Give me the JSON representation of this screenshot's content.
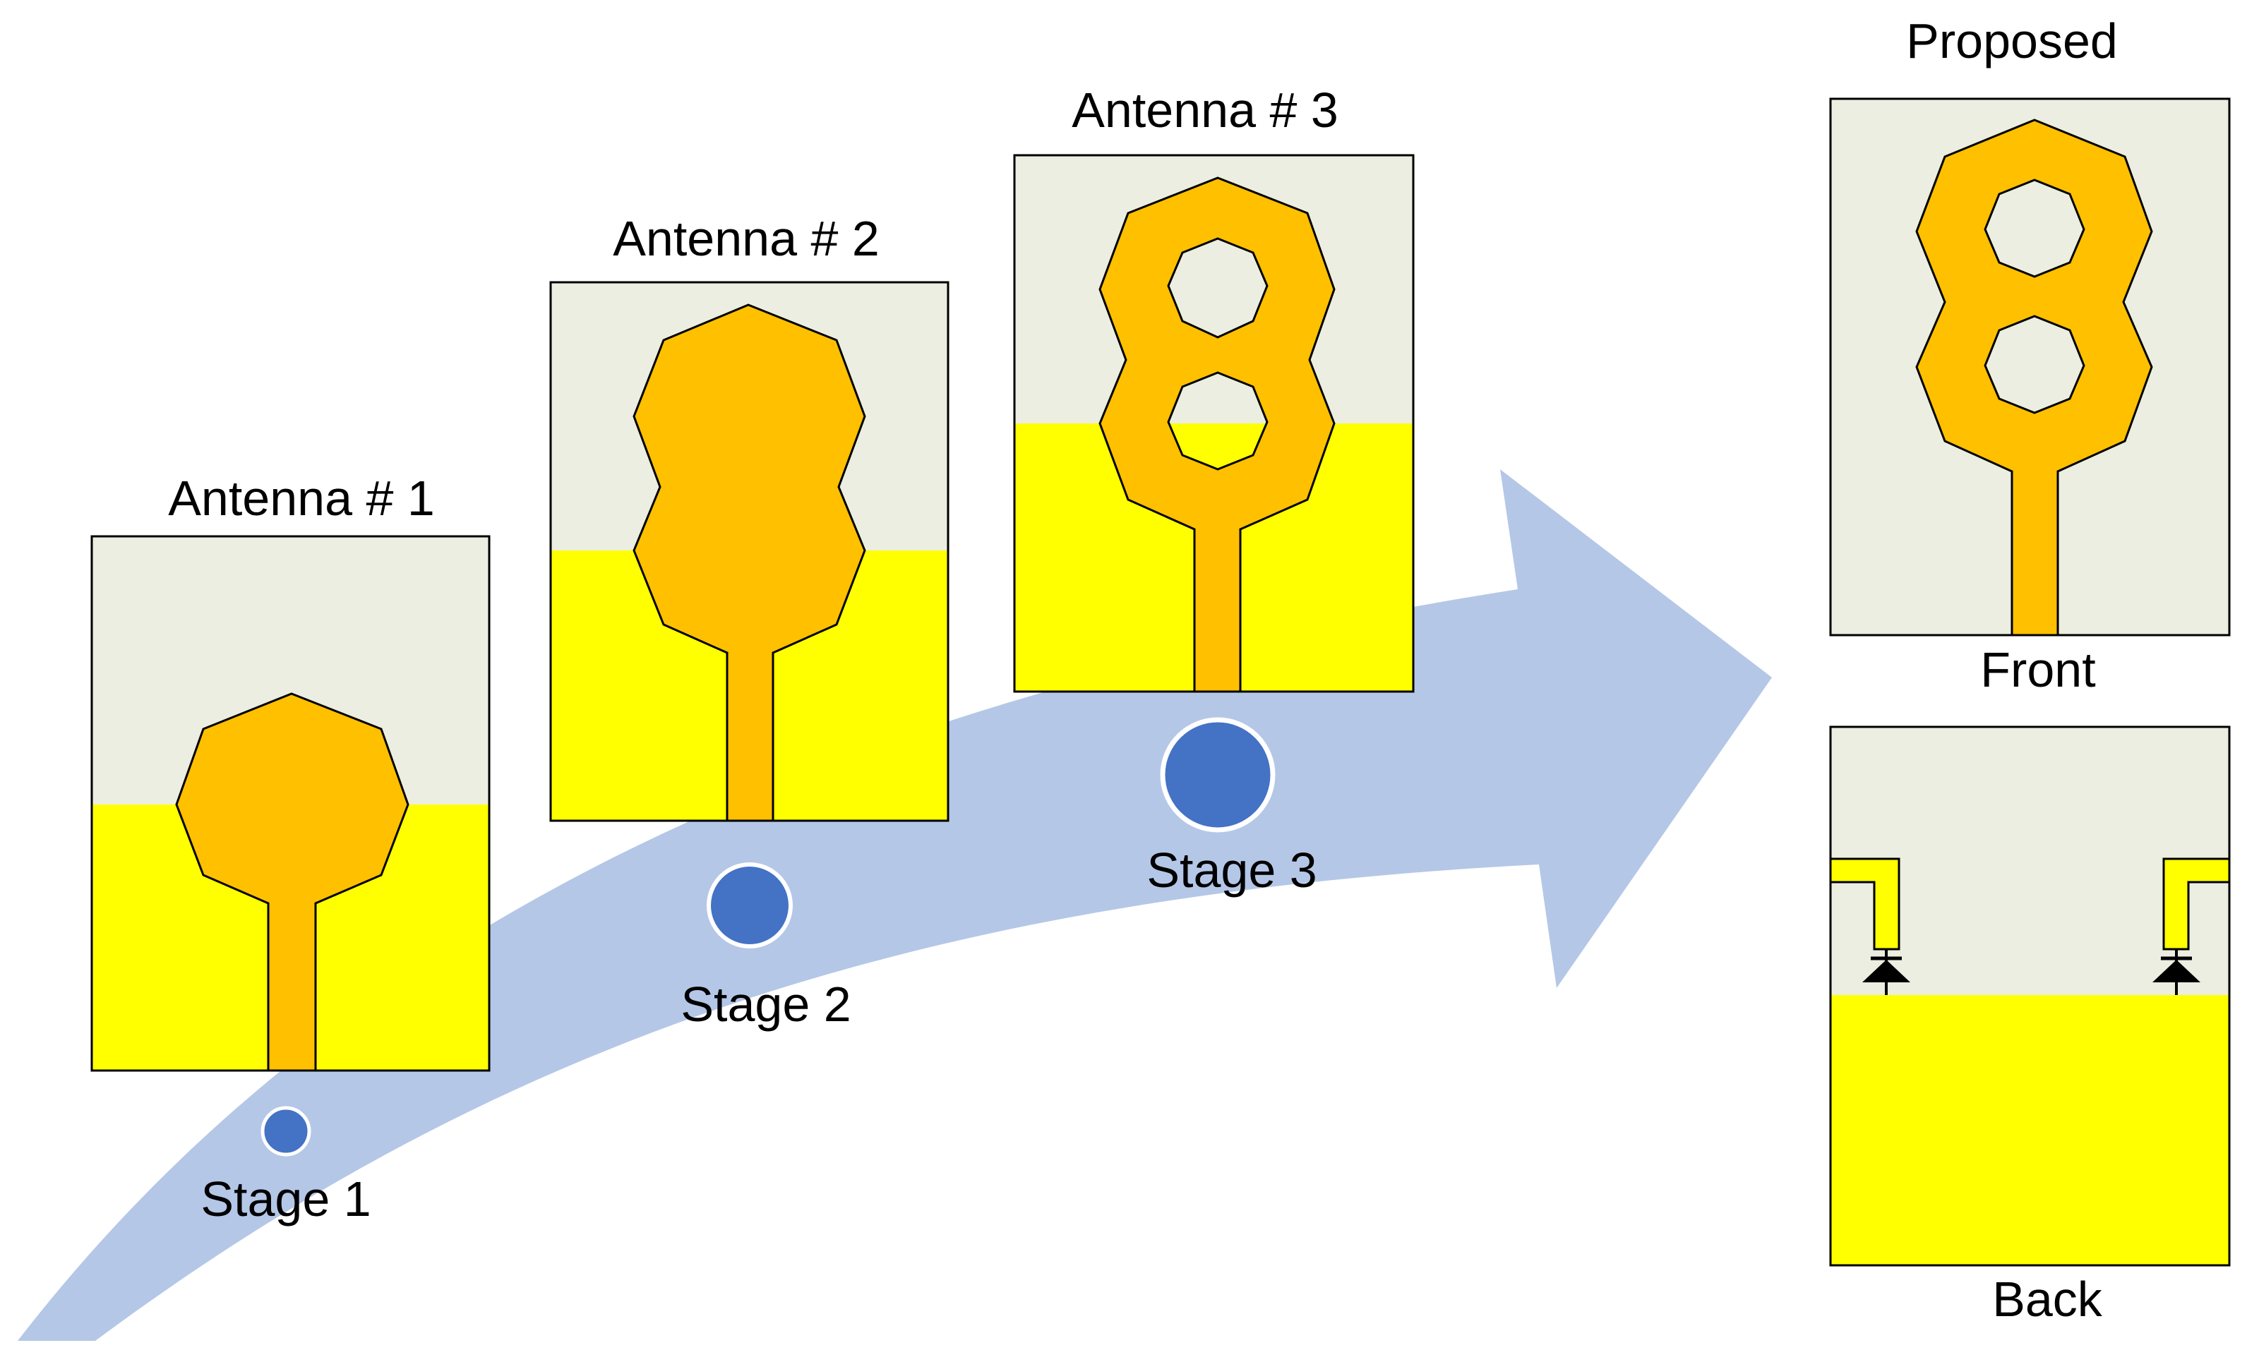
{
  "antennas": [
    {
      "title": "Antenna # 1",
      "stage": "Stage 1"
    },
    {
      "title": "Antenna # 2",
      "stage": "Stage 2"
    },
    {
      "title": "Antenna # 3",
      "stage": "Stage 3"
    }
  ],
  "proposed": {
    "title": "Proposed",
    "front_label": "Front",
    "back_label": "Back"
  },
  "colors": {
    "substrate": "#ebeee0",
    "ground_plane": "#ffff00",
    "patch": "#ffc000",
    "arrow": "#b4c7e7",
    "stage_dot": "#4472c4",
    "outline": "#000000"
  }
}
